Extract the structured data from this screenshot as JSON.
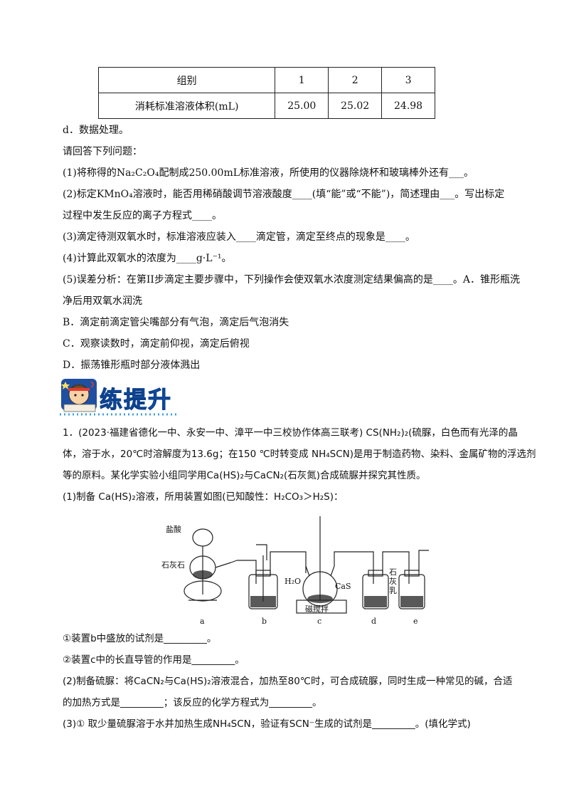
{
  "table": {
    "header": [
      "组别",
      "1",
      "2",
      "3"
    ],
    "row": [
      "消耗标准溶液体积(mL)",
      "25.00",
      "25.02",
      "24.98"
    ]
  },
  "lines": {
    "d": "d．数据处理。",
    "ask": "请回答下列问题：",
    "q1": "(1)将称得的Na₂C₂O₄配制成250.00mL标准溶液，所使用的仪器除烧杯和玻璃棒外还有___。",
    "q2a": "(2)标定KMnO₄溶液时，能否用稀硝酸调节溶液酸度____(填“能”或“不能”)，简述理由___。写出标定",
    "q2b": "过程中发生反应的离子方程式____。",
    "q3": "(3)滴定待测双氧水时，标准溶液应装入____滴定管，滴定至终点的现象是____。",
    "q4": "(4)计算此双氧水的浓度为____g·L⁻¹。",
    "q5a": "(5)误差分析：在第II步滴定主要步骤中，下列操作会使双氧水浓度测定结果偏高的是____。A．锥形瓶洗",
    "q5b": "净后用双氧水润洗",
    "optB": "B．滴定前滴定管尖嘴部分有气泡，滴定后气泡消失",
    "optC": "C．观察读数时，滴定前仰视，滴定后俯视",
    "optD": "D．振荡锥形瓶时部分液体溅出"
  },
  "banner": {
    "title": "练提升"
  },
  "problem": {
    "p1a": "1．(2023·福建省德化一中、永安一中、漳平一中三校协作体高三联考) CS(NH₂)₂(硫脲，白色而有光泽的晶",
    "p1b": "体，溶于水，20℃时溶解度为13.6g；在150 ℃时转变成 NH₄SCN)是用于制造药物、染料、金属矿物的浮选剂",
    "p1c": "等的原料。某化学实验小组同学用Ca(HS)₂与CaCN₂(石灰氮)合成硫脲并探究其性质。",
    "p2": "(1)制备 Ca(HS)₂溶液，所用装置如图(已知酸性：H₂CO₃＞H₂S)：",
    "s1": "①装置b中盛放的试剂是_________。",
    "s2": "②装置c中的长直导管的作用是_________。",
    "s3a": "(2)制备硫脲：将CaCN₂与Ca(HS)₂溶液混合，加热至80℃时，可合成硫脲，同时生成一种常见的碱，合适",
    "s3b": "的加热方式是_________；该反应的化学方程式为_________。",
    "s4": "(3)① 取少量硫脲溶于水并加热生成NH₄SCN，验证有SCN⁻生成的试剂是_________。(填化学式)"
  },
  "figure": {
    "label_hcl": "盐酸",
    "label_caco3": "石灰石",
    "label_h2o": "H₂O",
    "label_cas": "CaS",
    "label_stirrer": "磁搅拌",
    "label_lime1": "石",
    "label_lime2": "灰",
    "label_lime3": "乳",
    "label_a": "a",
    "label_b": "b",
    "label_c": "c",
    "label_d": "d",
    "label_e": "e"
  }
}
